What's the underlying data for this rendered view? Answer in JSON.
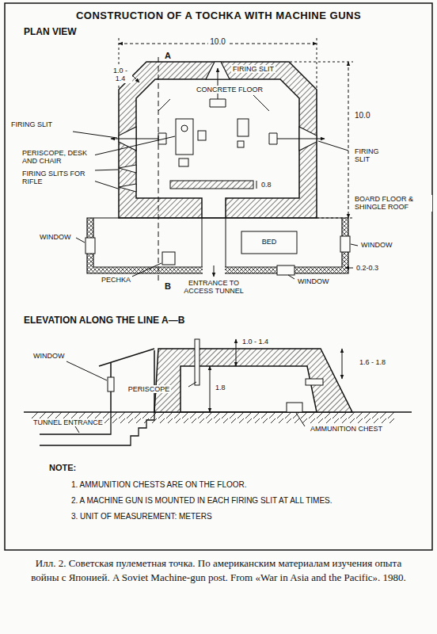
{
  "diagram": {
    "title": "CONSTRUCTION OF A TOCHKA WITH MACHINE GUNS",
    "caption": "Илл. 2. Советская пулеметная точка. По американским материалам изучения опыта войны с Японией. A Soviet Machine-gun post. From «War in Asia and the Pacific». 1980.",
    "labels": [
      "PLAN VIEW",
      "10.0",
      "FIRING SLIT",
      "1.0 - 1.4",
      "CONCRETE FLOOR",
      "FIRING SLIT",
      "10.0",
      "FIRING SLIT",
      "PERISCOPE, DESK AND CHAIR",
      "FIRING SLITS FOR RIFLE",
      "0.8",
      "WINDOW",
      "BOARD FLOOR & SHINGLE ROOF",
      "BED",
      "WINDOW",
      "PECHKA",
      "WINDOW",
      "0.2-0.3",
      "B",
      "ENTRANCE TO ACCESS TUNNEL",
      "A",
      "ELEVATION ALONG THE LINE A—B",
      "WINDOW",
      "1.0 - 1.4",
      "1.8",
      "1.6 - 1.8",
      "PERISCOPE",
      "AMMUNITION CHEST",
      "TUNNEL ENTRANCE",
      "NOTE:",
      "1. AMMUNITION CHESTS ARE ON THE FLOOR.",
      "2. A MACHINE GUN IS MOUNTED IN EACH FIRING SLIT AT ALL TIMES.",
      "3. UNIT OF MEASUREMENT: METERS"
    ]
  }
}
